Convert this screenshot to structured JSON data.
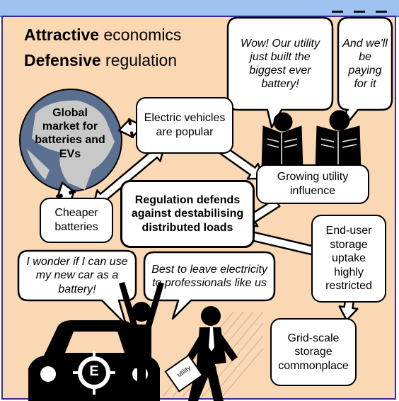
{
  "heading": {
    "line1_bold": "Attractive",
    "line1_rest": " economics",
    "line2_bold": "Defensive",
    "line2_rest": " regulation"
  },
  "bubbles": {
    "wow": "Wow! Our utility just built the biggest ever battery!",
    "paying": "And we'll be paying for it",
    "wonder": "I wonder if I can use my new car as a battery!",
    "leave": "Best to leave electricity to professionals like us"
  },
  "nodes": {
    "global": "Global market for batteries and EVs",
    "ev": "Electric vehicles are popular",
    "cheaper": "Cheaper batteries",
    "utility": "Growing utility influence",
    "regulation": "Regulation defends against destabilising distributed loads",
    "enduser": "End-user storage uptake highly restricted",
    "grid": "Grid-scale storage commonplace"
  },
  "labels": {
    "car_badge": "E",
    "briefcase": "utility"
  },
  "colors": {
    "panel_background": "#fad8b3",
    "title_bar": "#9ec3f1",
    "ocean": "#5b6f90",
    "land": "#c8c8c8",
    "ink": "#000000"
  },
  "icons": [
    "globe-icon",
    "newspaper-reader-icon",
    "car-icon",
    "person-arms-raised-icon",
    "businessman-icon",
    "briefcase-icon"
  ]
}
